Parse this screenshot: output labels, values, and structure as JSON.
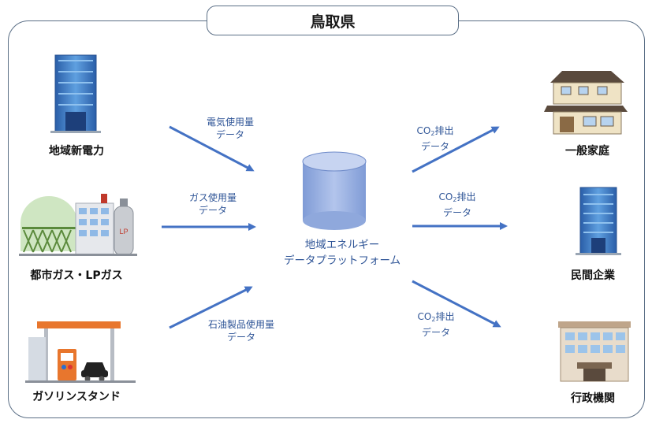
{
  "title": "鳥取県",
  "center": {
    "line1": "地域エネルギー",
    "line2": "データプラットフォーム"
  },
  "sources": [
    {
      "label": "地域新電力"
    },
    {
      "label": "都市ガス・LPガス"
    },
    {
      "label": "ガソリンスタンド"
    }
  ],
  "inflows": [
    {
      "line1": "電気使用量",
      "line2": "データ"
    },
    {
      "line1": "ガス使用量",
      "line2": "データ"
    },
    {
      "line1": "石油製品使用量",
      "line2": "データ"
    }
  ],
  "outflows": [
    {
      "prefix": "CO",
      "sub": "2",
      "suffix": "排出",
      "line2": "データ"
    },
    {
      "prefix": "CO",
      "sub": "2",
      "suffix": "排出",
      "line2": "データ"
    },
    {
      "prefix": "CO",
      "sub": "2",
      "suffix": "排出",
      "line2": "データ"
    }
  ],
  "destinations": [
    {
      "label": "一般家庭"
    },
    {
      "label": "民間企業"
    },
    {
      "label": "行政機関"
    }
  ],
  "lp_tank_text": "LP",
  "colors": {
    "arrow": "#4472c4",
    "text_blue": "#2f5597",
    "border": "#5b6f86"
  }
}
